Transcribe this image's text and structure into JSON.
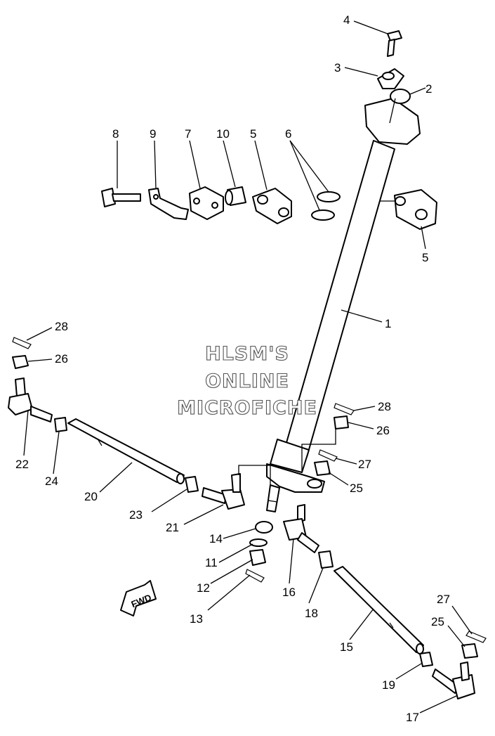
{
  "watermark": {
    "line1": "HLSM'S",
    "line2": "ONLINE",
    "line3": "MICROFICHE"
  },
  "fwd_arrow_text": "FWD",
  "callouts": {
    "c1": "1",
    "c2": "2",
    "c3": "3",
    "c4": "4",
    "c5a": "5",
    "c5b": "5",
    "c6": "6",
    "c7": "7",
    "c8": "8",
    "c9": "9",
    "c10": "10",
    "c11": "11",
    "c12": "12",
    "c13": "13",
    "c14": "14",
    "c15": "15",
    "c16": "16",
    "c17": "17",
    "c18": "18",
    "c19": "19",
    "c20": "20",
    "c21": "21",
    "c22": "22",
    "c23": "23",
    "c24": "24",
    "c25a": "25",
    "c25b": "25",
    "c26a": "26",
    "c26b": "26",
    "c27a": "27",
    "c27b": "27",
    "c28a": "28",
    "c28b": "28"
  }
}
